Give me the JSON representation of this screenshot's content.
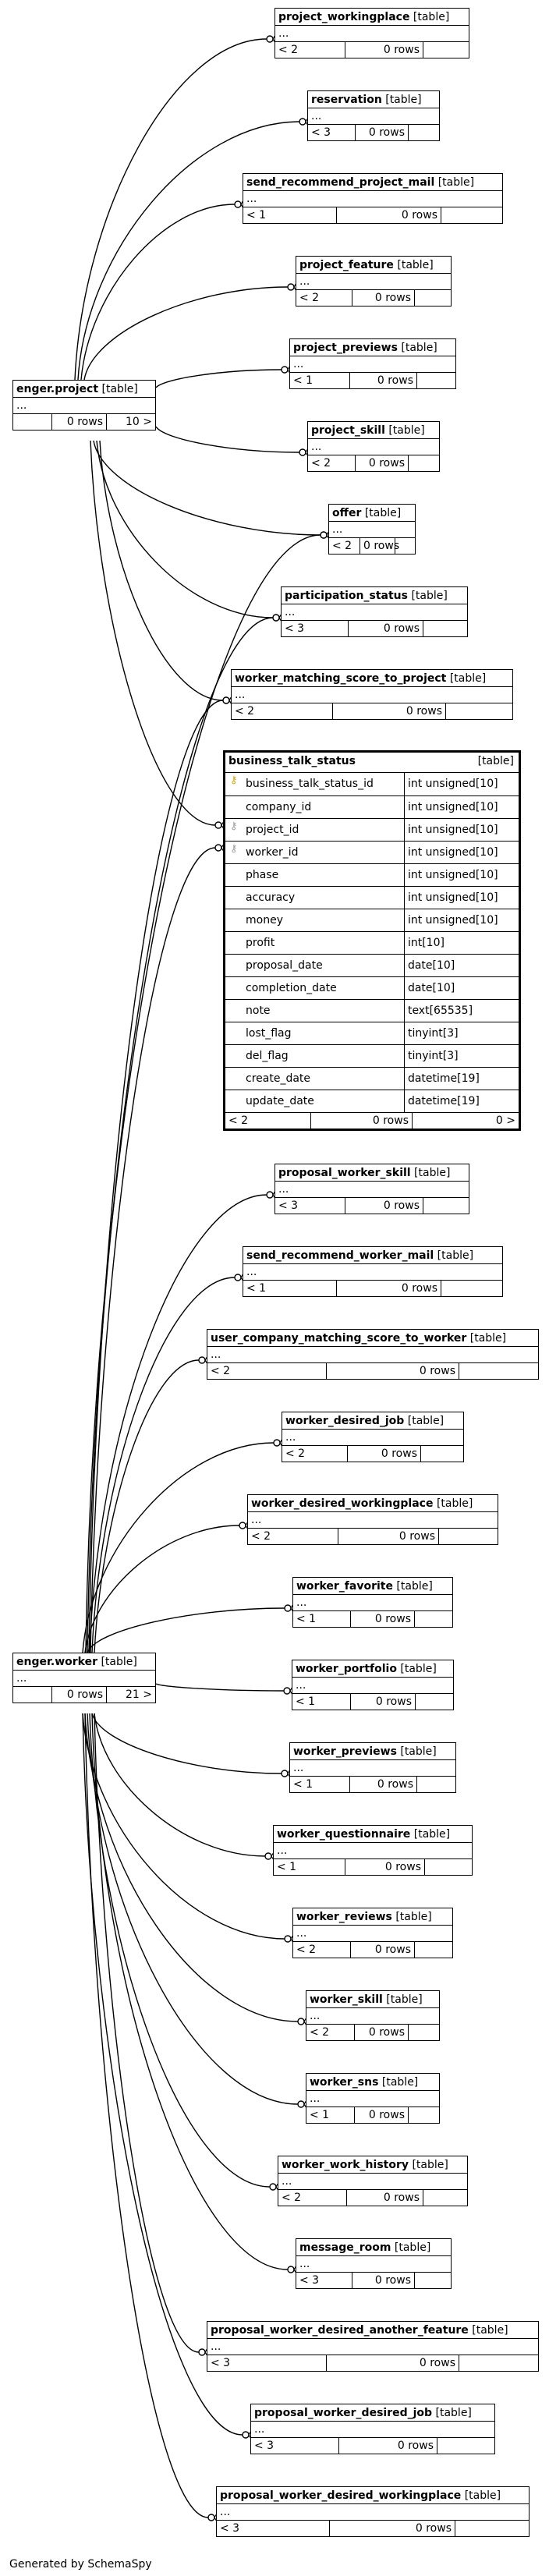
{
  "footer_text": "Generated by SchemaSpy",
  "type_label": "[table]",
  "ellipsis": "...",
  "hubs": [
    {
      "name": "enger.project",
      "rows": "0 rows",
      "children": "10 >"
    },
    {
      "name": "enger.worker",
      "rows": "0 rows",
      "children": "21 >"
    }
  ],
  "tables": [
    {
      "name": "project_workingplace",
      "parents": "< 2",
      "rows": "0 rows"
    },
    {
      "name": "reservation",
      "parents": "< 3",
      "rows": "0 rows"
    },
    {
      "name": "send_recommend_project_mail",
      "parents": "< 1",
      "rows": "0 rows"
    },
    {
      "name": "project_feature",
      "parents": "< 2",
      "rows": "0 rows"
    },
    {
      "name": "project_previews",
      "parents": "< 1",
      "rows": "0 rows"
    },
    {
      "name": "project_skill",
      "parents": "< 2",
      "rows": "0 rows"
    },
    {
      "name": "offer",
      "parents": "< 2",
      "rows": "0 rows"
    },
    {
      "name": "participation_status",
      "parents": "< 3",
      "rows": "0 rows"
    },
    {
      "name": "worker_matching_score_to_project",
      "parents": "< 2",
      "rows": "0 rows"
    },
    {
      "name": "proposal_worker_skill",
      "parents": "< 3",
      "rows": "0 rows"
    },
    {
      "name": "send_recommend_worker_mail",
      "parents": "< 1",
      "rows": "0 rows"
    },
    {
      "name": "user_company_matching_score_to_worker",
      "parents": "< 2",
      "rows": "0 rows"
    },
    {
      "name": "worker_desired_job",
      "parents": "< 2",
      "rows": "0 rows"
    },
    {
      "name": "worker_desired_workingplace",
      "parents": "< 2",
      "rows": "0 rows"
    },
    {
      "name": "worker_favorite",
      "parents": "< 1",
      "rows": "0 rows"
    },
    {
      "name": "worker_portfolio",
      "parents": "< 1",
      "rows": "0 rows"
    },
    {
      "name": "worker_previews",
      "parents": "< 1",
      "rows": "0 rows"
    },
    {
      "name": "worker_questionnaire",
      "parents": "< 1",
      "rows": "0 rows"
    },
    {
      "name": "worker_reviews",
      "parents": "< 2",
      "rows": "0 rows"
    },
    {
      "name": "worker_skill",
      "parents": "< 2",
      "rows": "0 rows"
    },
    {
      "name": "worker_sns",
      "parents": "< 1",
      "rows": "0 rows"
    },
    {
      "name": "worker_work_history",
      "parents": "< 2",
      "rows": "0 rows"
    },
    {
      "name": "message_room",
      "parents": "< 3",
      "rows": "0 rows"
    },
    {
      "name": "proposal_worker_desired_another_feature",
      "parents": "< 3",
      "rows": "0 rows"
    },
    {
      "name": "proposal_worker_desired_job",
      "parents": "< 3",
      "rows": "0 rows"
    },
    {
      "name": "proposal_worker_desired_workingplace",
      "parents": "< 3",
      "rows": "0 rows"
    }
  ],
  "focus": {
    "name": "business_talk_status",
    "type_label": "[table]",
    "parents": "< 2",
    "rows": "0 rows",
    "children": "0 >",
    "columns": [
      {
        "name": "business_talk_status_id",
        "type": "int unsigned[10]",
        "key": "pk"
      },
      {
        "name": "company_id",
        "type": "int unsigned[10]",
        "key": ""
      },
      {
        "name": "project_id",
        "type": "int unsigned[10]",
        "key": "fk"
      },
      {
        "name": "worker_id",
        "type": "int unsigned[10]",
        "key": "fk"
      },
      {
        "name": "phase",
        "type": "int unsigned[10]",
        "key": ""
      },
      {
        "name": "accuracy",
        "type": "int unsigned[10]",
        "key": ""
      },
      {
        "name": "money",
        "type": "int unsigned[10]",
        "key": ""
      },
      {
        "name": "profit",
        "type": "int[10]",
        "key": ""
      },
      {
        "name": "proposal_date",
        "type": "date[10]",
        "key": ""
      },
      {
        "name": "completion_date",
        "type": "date[10]",
        "key": ""
      },
      {
        "name": "note",
        "type": "text[65535]",
        "key": ""
      },
      {
        "name": "lost_flag",
        "type": "tinyint[3]",
        "key": ""
      },
      {
        "name": "del_flag",
        "type": "tinyint[3]",
        "key": ""
      },
      {
        "name": "create_date",
        "type": "datetime[19]",
        "key": ""
      },
      {
        "name": "update_date",
        "type": "datetime[19]",
        "key": ""
      }
    ]
  }
}
